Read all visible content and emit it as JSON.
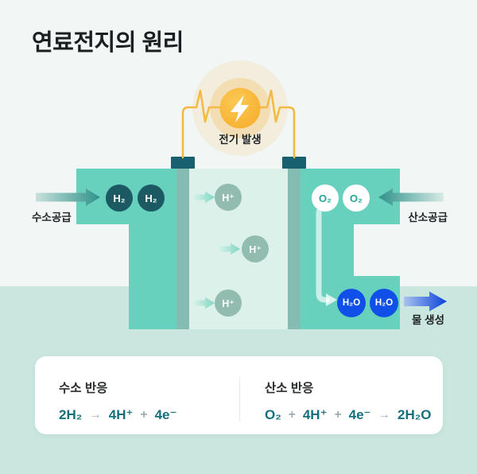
{
  "title": "연료전지의 원리",
  "electricity": {
    "label": "전기 발생"
  },
  "flows": {
    "hydrogen_supply": "수소공급",
    "oxygen_supply": "산소공급",
    "water_out": "물 생성"
  },
  "molecules": {
    "h2": "H₂",
    "h_plus": "H⁺",
    "o2": "O₂",
    "h2o": "H₂O"
  },
  "card": {
    "hydrogen": {
      "title": "수소 반응",
      "tokens": [
        "2H₂",
        "→",
        "4H⁺",
        "+",
        "4e⁻"
      ]
    },
    "oxygen": {
      "title": "산소 반응",
      "tokens": [
        "O₂",
        "+",
        "4H⁺",
        "+",
        "4e⁻",
        "→",
        "2H₂O"
      ]
    }
  },
  "palette": {
    "bg_top": "#F2F6F5",
    "bg_band": "#C9E6DF",
    "cell_teal": "#68D1BD",
    "electrolyte": "#DBF1E9",
    "electrode": "#85BCB1",
    "electrode_cap": "#176070",
    "h2_circle": "#1B5A63",
    "h_ion_circle": "#93BCB1",
    "o2_text": "#29A295",
    "h2o_circle": "#1150E8",
    "wire_yellow": "#F5B83D",
    "bolt_yellow": "#F7AE2D",
    "formula_teal": "#14707A",
    "operator_gray": "#9FADB3",
    "text_dark": "#222528"
  }
}
